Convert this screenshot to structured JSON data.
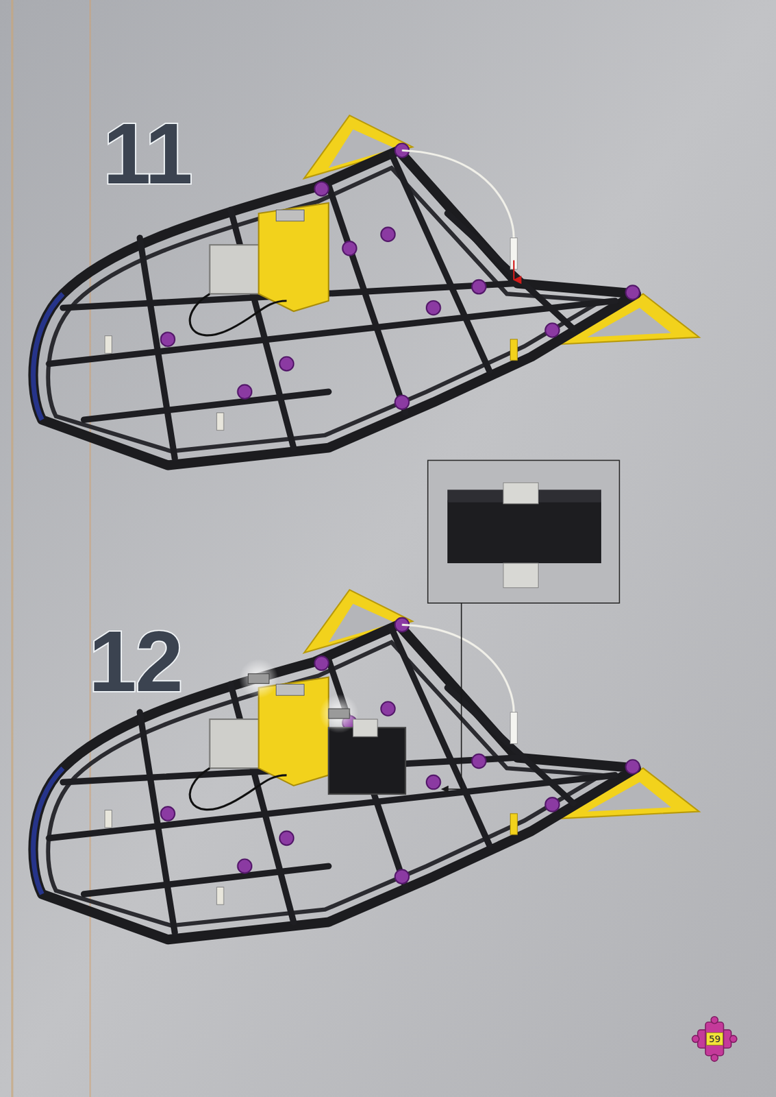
{
  "diagram": {
    "labels": [
      "11",
      "12",
      "59"
    ]
  }
}
